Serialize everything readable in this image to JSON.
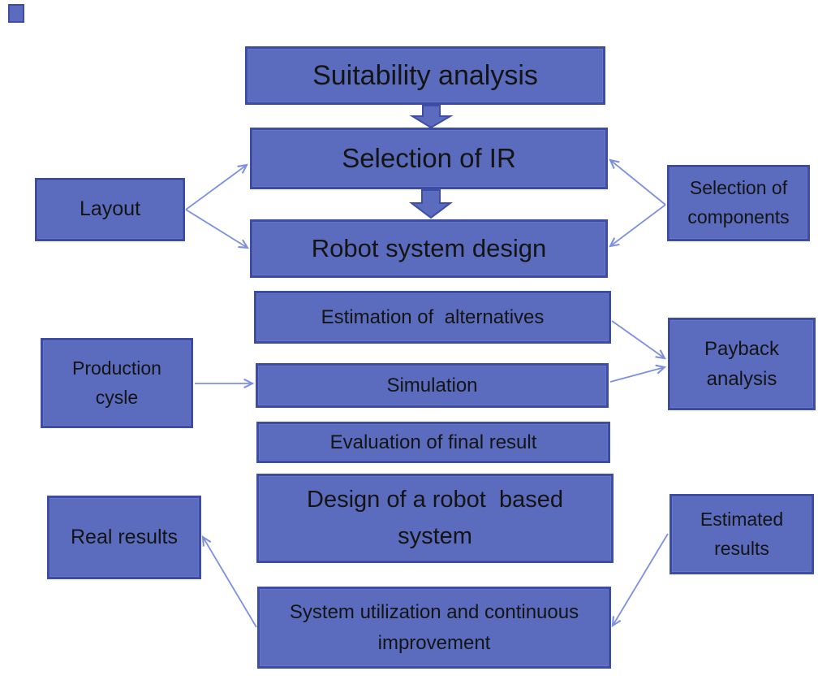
{
  "palette": {
    "background": "#ffffff",
    "box_fill": "#5b6cbe",
    "box_border": "#3d4da5",
    "connector_line": "#7d8fe2",
    "text": "#141414"
  },
  "diagram": {
    "nodes": {
      "suitability": {
        "label": "Suitability analysis"
      },
      "selection_ir": {
        "label": "Selection of IR"
      },
      "robot_design": {
        "label": "Robot system design"
      },
      "layout": {
        "label": "Layout"
      },
      "selection_components": {
        "line1": "Selection of",
        "line2": "components"
      },
      "estimation": {
        "label": "Estimation of  alternatives"
      },
      "simulation": {
        "label": "Simulation"
      },
      "evaluation": {
        "label": "Evaluation of final result"
      },
      "production_cycle": {
        "line1": "Production",
        "line2": "cysle"
      },
      "payback": {
        "line1": "Payback",
        "line2": "analysis"
      },
      "design_system": {
        "line1": "Design of a robot  based",
        "line2": "system"
      },
      "system_utilization": {
        "line1": "System utilization and continuous",
        "line2": "improvement"
      },
      "real_results": {
        "label": "Real results"
      },
      "estimated_results": {
        "line1": "Estimated",
        "line2": "results"
      }
    },
    "edges": [
      {
        "from": "suitability",
        "to": "selection_ir",
        "style": "block-arrow"
      },
      {
        "from": "selection_ir",
        "to": "robot_design",
        "style": "block-arrow"
      },
      {
        "from": "layout",
        "to": "selection_ir",
        "style": "line-arrow"
      },
      {
        "from": "layout",
        "to": "robot_design",
        "style": "line-arrow"
      },
      {
        "from": "selection_components",
        "to": "selection_ir",
        "style": "line-arrow"
      },
      {
        "from": "selection_components",
        "to": "robot_design",
        "style": "line-arrow"
      },
      {
        "from": "production_cycle",
        "to": "simulation",
        "style": "line-arrow"
      },
      {
        "from": "estimation",
        "to": "payback",
        "style": "line-arrow"
      },
      {
        "from": "simulation",
        "to": "payback",
        "style": "line-arrow"
      },
      {
        "from": "system_utilization",
        "to": "real_results",
        "style": "line-arrow"
      },
      {
        "from": "estimated_results",
        "to": "system_utilization",
        "style": "line-arrow"
      }
    ]
  }
}
